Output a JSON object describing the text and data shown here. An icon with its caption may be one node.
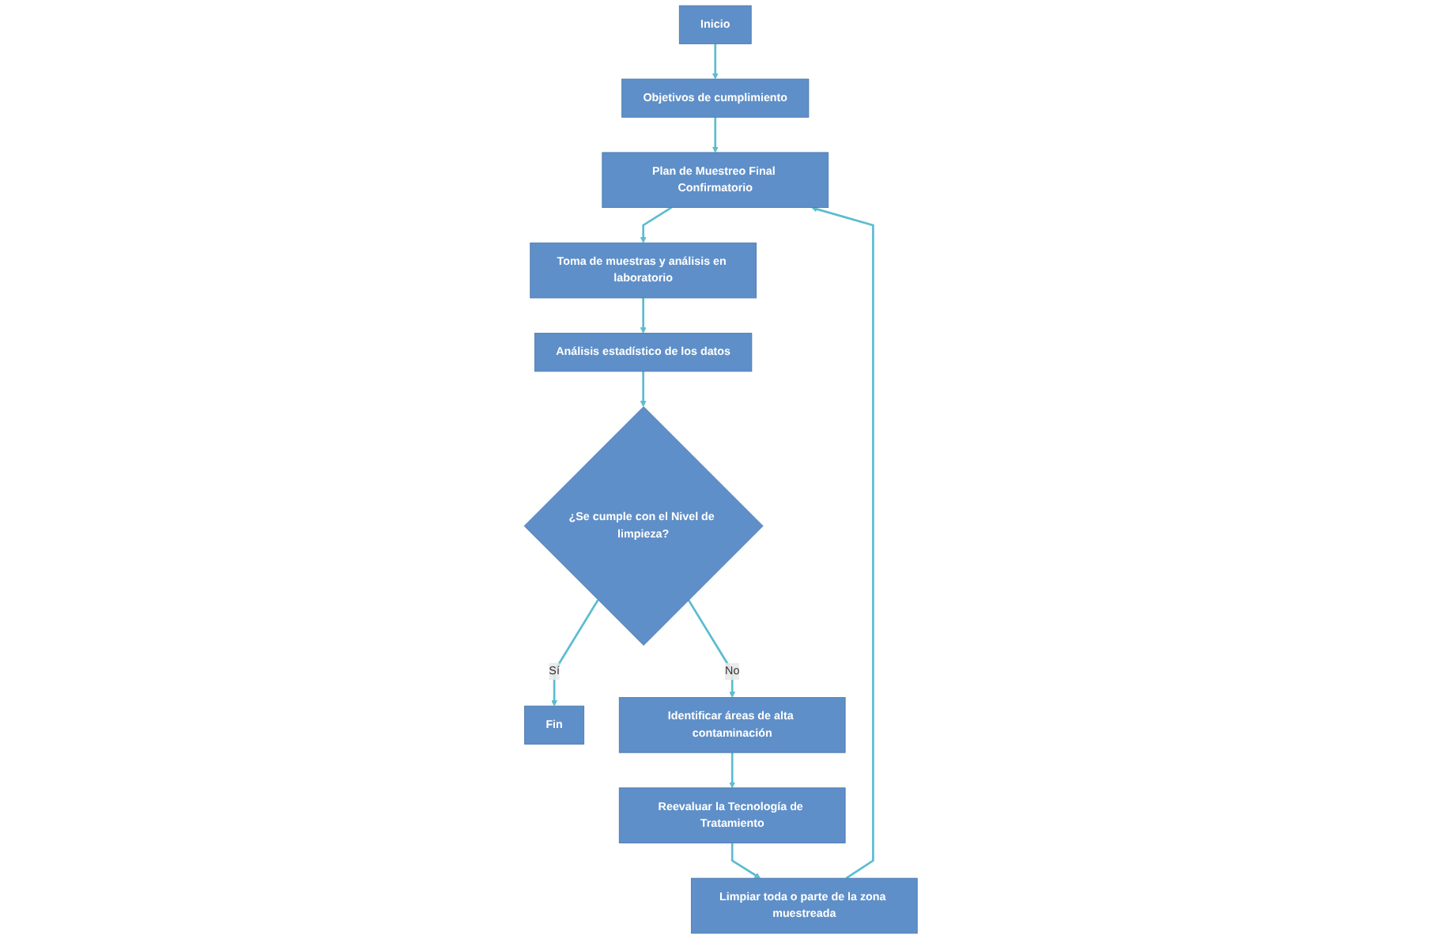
{
  "diagram": {
    "nodes": [
      {
        "text": [
          "Inicio"
        ]
      },
      {
        "text": [
          "Objetivos de cumplimiento"
        ]
      },
      {
        "text": [
          "Plan de Muestreo Final Confirmatorio"
        ]
      },
      {
        "text": [
          "Toma de muestras y análisis en laboratorio"
        ]
      },
      {
        "text": [
          "Análisis estadístico de los datos"
        ]
      },
      {
        "text": [
          "¿Se cumple con el Nivel de limpieza?"
        ]
      },
      {
        "text": [
          "Fin"
        ]
      },
      {
        "text": [
          "Identificar áreas de alta contaminación"
        ]
      },
      {
        "text": [
          "Reevaluar la Tecnología de Tratamiento"
        ]
      },
      {
        "text": [
          "Limpiar toda o parte de la zona muestreada"
        ]
      }
    ],
    "edges": [
      {
        "from": 0,
        "to": 1,
        "arrow": "to"
      },
      {
        "from": 1,
        "to": 2,
        "arrow": "to"
      },
      {
        "from": 2,
        "to": 3,
        "arrow": "to"
      },
      {
        "from": 3,
        "to": 4,
        "arrow": "to"
      },
      {
        "from": 4,
        "to": 5,
        "arrow": "to"
      },
      {
        "from": 5,
        "to": 6,
        "arrow": "to",
        "label": "Sí"
      },
      {
        "from": 5,
        "to": 7,
        "arrow": "to",
        "label": "No"
      },
      {
        "from": 7,
        "to": 8,
        "arrow": "to"
      },
      {
        "from": 8,
        "to": 9,
        "arrow": "to"
      },
      {
        "from": 9,
        "to": 2,
        "arrow": "to"
      }
    ]
  }
}
